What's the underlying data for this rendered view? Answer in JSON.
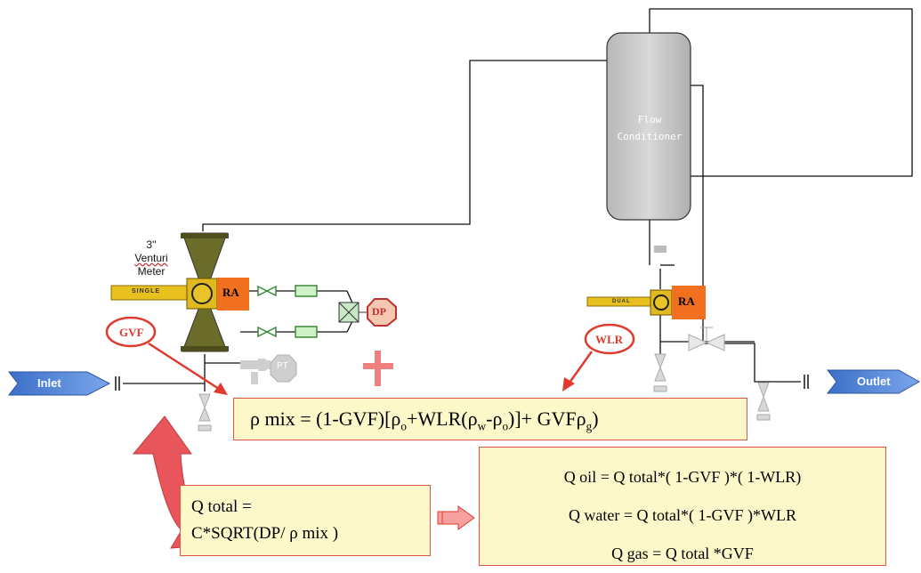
{
  "diagram": {
    "flow_conditioner": {
      "line1": "Flow",
      "line2": "Conditioner"
    },
    "venturi": {
      "line1": "3''",
      "line2": "Venturi",
      "line3": "Meter"
    },
    "inlet_label": "Inlet",
    "outlet_label": "Outlet",
    "single_label": "SINGLE",
    "dual_label": "DUAL",
    "ra_label_1": "RA",
    "ra_label_2": "RA",
    "dp_label": "DP",
    "pt_label": "PT",
    "gvf_label": "GVF",
    "wlr_label": "WLR"
  },
  "formulas": {
    "rho_mix": {
      "p1": "ρ mix = (1-GVF)[ρ",
      "s1": "o",
      "p2": "+WLR(ρ",
      "s2": "w",
      "p3": "-ρ",
      "s3": "o",
      "p4": ")]+ GVFρ",
      "s4": "g",
      "p5": ")"
    },
    "q_total": {
      "line1": "Q total =",
      "line2": "C*SQRT(DP/ ρ mix )"
    },
    "q_oil": "Q oil = Q total*( 1-GVF )*( 1-WLR)",
    "q_water": "Q water = Q total*( 1-GVF )*WLR",
    "q_gas": "Q gas = Q total *GVF"
  },
  "colors": {
    "accent_red": "#e03a2e",
    "venturi_olive": "#6b6b2a",
    "ra_orange": "#f07020",
    "arrow_blue": "#4a7fd4",
    "formula_bg": "#fdf8c9"
  }
}
